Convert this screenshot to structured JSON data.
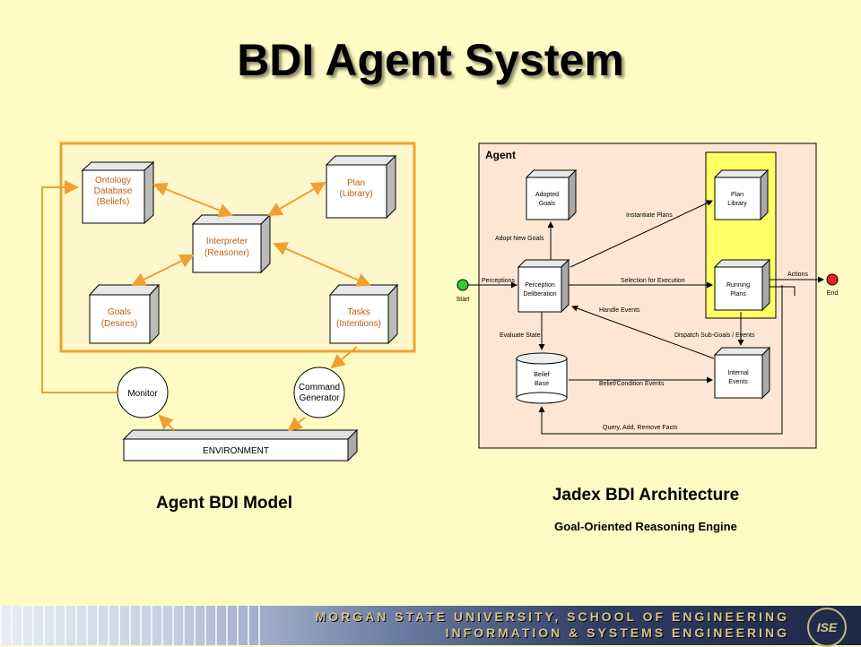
{
  "title": "BDI Agent System",
  "left_diagram": {
    "nodes": {
      "ontology": [
        "Ontology",
        "Database",
        "(Beliefs)"
      ],
      "plan": [
        "Plan",
        "(Library)"
      ],
      "interpreter": [
        "Interpreter",
        "(Reasoner)"
      ],
      "goals": [
        "Goals",
        "(Desires)"
      ],
      "tasks": [
        "Tasks",
        "(Intentions)"
      ],
      "monitor": "Monitor",
      "command": [
        "Command",
        "Generator"
      ],
      "environment": "ENVIRONMENT"
    },
    "caption": "Agent BDI Model"
  },
  "right_diagram": {
    "frame_label": "Agent",
    "nodes": {
      "adopted_goals": [
        "Adopted",
        "Goals"
      ],
      "plan_library": [
        "Plan",
        "Library"
      ],
      "perception": [
        "Perception",
        "Deliberation"
      ],
      "running_plans": [
        "Running",
        "Plans"
      ],
      "belief_base": [
        "Belief",
        "Base"
      ],
      "internal_events": [
        "Internal",
        "Events"
      ],
      "start": "Start",
      "end": "End"
    },
    "edges": {
      "perceptions": "Perceptions",
      "adopt_new_goals": "Adopt New Goals",
      "instantiate_plans": "Instantiate Plans",
      "selection": "Selection for Execution",
      "handle_events": "Handle Events",
      "evaluate_state": "Evaluate State",
      "dispatch": "Dispatch Sub-Goals / Events",
      "belief_condition": "Belief/Condition Events",
      "query": "Query, Add, Remove Facts",
      "actions": "Actions"
    },
    "caption": "Jadex BDI Architecture",
    "subcaption": "Goal-Oriented Reasoning Engine"
  },
  "footer": {
    "line1": "Morgan State University, School of Engineering",
    "line2": "Information & Systems Engineering",
    "logo_text": "ISE"
  },
  "colors": {
    "background": "#fffbc4",
    "orange": "#f0a030",
    "panel": "#fde7d4",
    "highlight": "#ffff66"
  }
}
